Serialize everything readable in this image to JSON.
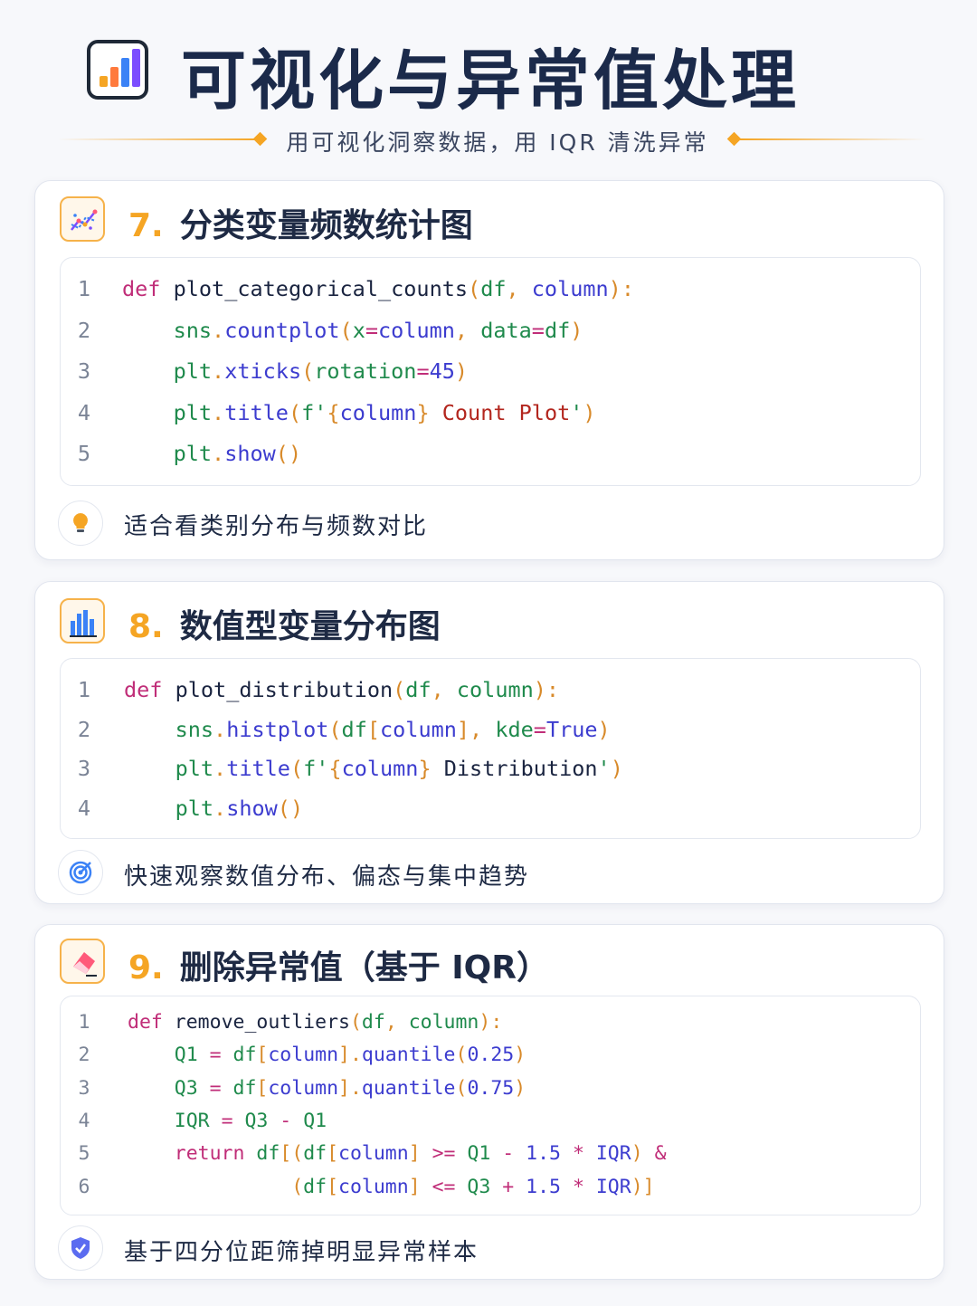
{
  "header": {
    "logo_icon": "bar-chart-icon",
    "title": "可视化与异常值处理",
    "subtitle": "用可视化洞察数据，用 IQR 清洗异常"
  },
  "colors": {
    "accent": "#f5a524",
    "title": "#1b2a4a",
    "keyword": "#c02d78",
    "param": "#1f8a4c",
    "number": "#3c3ccf",
    "string": "#b3261e"
  },
  "sections": [
    {
      "icon": "trend-chart-icon",
      "number": "7.",
      "title": "分类变量频数统计图",
      "code": [
        [
          [
            "def",
            "kw"
          ],
          [
            " "
          ],
          [
            "plot_categorical_counts",
            "fn"
          ],
          [
            "(",
            "pn"
          ],
          [
            "df",
            "pm"
          ],
          [
            ", ",
            "pn"
          ],
          [
            "column",
            "mb"
          ],
          [
            "):",
            "pn"
          ]
        ],
        [
          [
            "    "
          ],
          [
            "sns",
            "pm"
          ],
          [
            ".",
            "pn"
          ],
          [
            "countplot",
            "mb"
          ],
          [
            "(",
            "pn"
          ],
          [
            "x",
            "pm"
          ],
          [
            "=",
            "op"
          ],
          [
            "column",
            "mb"
          ],
          [
            ", ",
            "pn"
          ],
          [
            "data",
            "pm"
          ],
          [
            "=",
            "op"
          ],
          [
            "df",
            "pm"
          ],
          [
            ")",
            "pn"
          ]
        ],
        [
          [
            "    "
          ],
          [
            "plt",
            "pm"
          ],
          [
            ".",
            "pn"
          ],
          [
            "xticks",
            "mb"
          ],
          [
            "(",
            "pn"
          ],
          [
            "rotation",
            "pm"
          ],
          [
            "=",
            "op"
          ],
          [
            "45",
            "nm"
          ],
          [
            ")",
            "pn"
          ]
        ],
        [
          [
            "    "
          ],
          [
            "plt",
            "pm"
          ],
          [
            ".",
            "pn"
          ],
          [
            "title",
            "mb"
          ],
          [
            "(",
            "pn"
          ],
          [
            "f'",
            "pm"
          ],
          [
            "{",
            "pn"
          ],
          [
            "column",
            "mb"
          ],
          [
            "}",
            "pn"
          ],
          [
            " Count Plot",
            "st"
          ],
          [
            "'",
            "pm"
          ],
          [
            ")",
            "pn"
          ]
        ],
        [
          [
            "    "
          ],
          [
            "plt",
            "pm"
          ],
          [
            ".",
            "pn"
          ],
          [
            "show",
            "mb"
          ],
          [
            "()",
            "pn"
          ]
        ]
      ],
      "tip_icon": "lightbulb-icon",
      "tip": "适合看类别分布与频数对比"
    },
    {
      "icon": "histogram-icon",
      "number": "8.",
      "title": "数值型变量分布图",
      "code": [
        [
          [
            "def",
            "kw"
          ],
          [
            " "
          ],
          [
            "plot_distribution",
            "fn"
          ],
          [
            "(",
            "pn"
          ],
          [
            "df",
            "pm"
          ],
          [
            ", ",
            "pn"
          ],
          [
            "column",
            "pm"
          ],
          [
            "):",
            "pn"
          ]
        ],
        [
          [
            "    "
          ],
          [
            "sns",
            "pm"
          ],
          [
            ".",
            "pn"
          ],
          [
            "histplot",
            "mb"
          ],
          [
            "(",
            "pn"
          ],
          [
            "df",
            "pm"
          ],
          [
            "[",
            "pn"
          ],
          [
            "column",
            "mb"
          ],
          [
            "], ",
            "pn"
          ],
          [
            "kde",
            "pm"
          ],
          [
            "=",
            "op"
          ],
          [
            "True",
            "mb"
          ],
          [
            ")",
            "pn"
          ]
        ],
        [
          [
            "    "
          ],
          [
            "plt",
            "pm"
          ],
          [
            ".",
            "pn"
          ],
          [
            "title",
            "mb"
          ],
          [
            "(",
            "pn"
          ],
          [
            "f'",
            "pm"
          ],
          [
            "{",
            "pn"
          ],
          [
            "column",
            "mb"
          ],
          [
            "}",
            "pn"
          ],
          [
            " Distribution",
            "fn"
          ],
          [
            "'",
            "pm"
          ],
          [
            ")",
            "pn"
          ]
        ],
        [
          [
            "    "
          ],
          [
            "plt",
            "pm"
          ],
          [
            ".",
            "pn"
          ],
          [
            "show",
            "mb"
          ],
          [
            "()",
            "pn"
          ]
        ]
      ],
      "tip_icon": "target-icon",
      "tip": "快速观察数值分布、偏态与集中趋势"
    },
    {
      "icon": "eraser-icon",
      "number": "9.",
      "title": "删除异常值（基于 IQR）",
      "code": [
        [
          [
            "def",
            "kw"
          ],
          [
            " "
          ],
          [
            "remove_outliers",
            "fn"
          ],
          [
            "(",
            "pn"
          ],
          [
            "df",
            "pm"
          ],
          [
            ", ",
            "pn"
          ],
          [
            "column",
            "pm"
          ],
          [
            "):",
            "pn"
          ]
        ],
        [
          [
            "    "
          ],
          [
            "Q1",
            "pm"
          ],
          [
            " = ",
            "op"
          ],
          [
            "df",
            "pm"
          ],
          [
            "[",
            "pn"
          ],
          [
            "column",
            "mb"
          ],
          [
            "].",
            "pn"
          ],
          [
            "quantile",
            "mb"
          ],
          [
            "(",
            "pn"
          ],
          [
            "0.25",
            "nm"
          ],
          [
            ")",
            "pn"
          ]
        ],
        [
          [
            "    "
          ],
          [
            "Q3",
            "pm"
          ],
          [
            " = ",
            "op"
          ],
          [
            "df",
            "pm"
          ],
          [
            "[",
            "pn"
          ],
          [
            "column",
            "mb"
          ],
          [
            "].",
            "pn"
          ],
          [
            "quantile",
            "mb"
          ],
          [
            "(",
            "pn"
          ],
          [
            "0.75",
            "nm"
          ],
          [
            ")",
            "pn"
          ]
        ],
        [
          [
            "    "
          ],
          [
            "IQR",
            "pm"
          ],
          [
            " = ",
            "op"
          ],
          [
            "Q3",
            "pm"
          ],
          [
            " - ",
            "op"
          ],
          [
            "Q1",
            "pm"
          ]
        ],
        [
          [
            "    "
          ],
          [
            "return",
            "kw"
          ],
          [
            " "
          ],
          [
            "df",
            "pm"
          ],
          [
            "[(",
            "pn"
          ],
          [
            "df",
            "pm"
          ],
          [
            "[",
            "pn"
          ],
          [
            "column",
            "mb"
          ],
          [
            "]",
            "pn"
          ],
          [
            " >= ",
            "op"
          ],
          [
            "Q1",
            "pm"
          ],
          [
            " - ",
            "op"
          ],
          [
            "1.5",
            "nm"
          ],
          [
            " * ",
            "op"
          ],
          [
            "IQR",
            "mb"
          ],
          [
            ")",
            "pn"
          ],
          [
            " &",
            "op"
          ]
        ],
        [
          [
            "              "
          ],
          [
            "(",
            "pn"
          ],
          [
            "df",
            "pm"
          ],
          [
            "[",
            "pn"
          ],
          [
            "column",
            "mb"
          ],
          [
            "]",
            "pn"
          ],
          [
            " <= ",
            "op"
          ],
          [
            "Q3",
            "pm"
          ],
          [
            " + ",
            "op"
          ],
          [
            "1.5",
            "nm"
          ],
          [
            " * ",
            "op"
          ],
          [
            "IQR",
            "mb"
          ],
          [
            ")]",
            "pn"
          ]
        ]
      ],
      "tip_icon": "shield-check-icon",
      "tip": "基于四分位距筛掉明显异常样本"
    }
  ]
}
